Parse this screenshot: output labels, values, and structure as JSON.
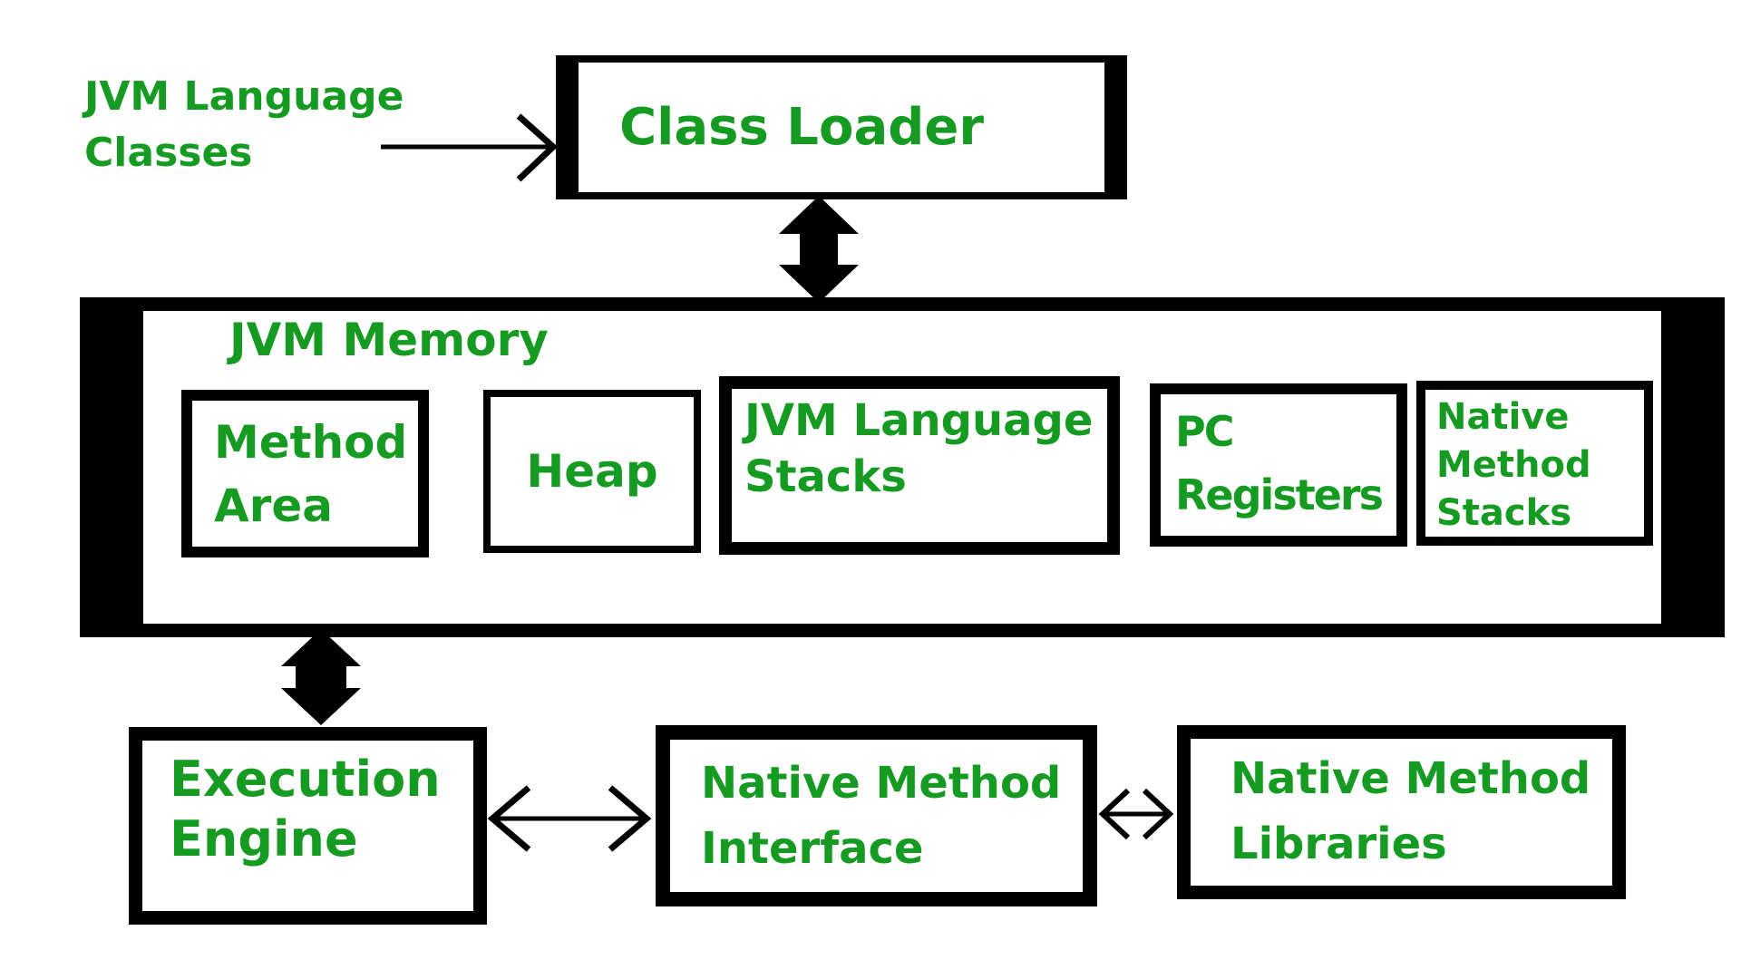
{
  "diagram": {
    "background": "#ffffff",
    "text_color": "#169b22",
    "border_color": "#000000",
    "external_label": "JVM Language Classes",
    "top": {
      "class_loader": "Class Loader"
    },
    "memory": {
      "title": "JVM Memory",
      "components": [
        "Method Area",
        "Heap",
        "JVM Language Stacks",
        "PC Registers",
        "Native Method Stacks"
      ]
    },
    "bottom": {
      "execution_engine": "Execution Engine",
      "native_method_interface": "Native Method Interface",
      "native_method_libraries": "Native Method Libraries"
    },
    "connections": [
      "JVM Language Classes -> Class Loader",
      "Class Loader <-> JVM Memory",
      "JVM Memory <-> Execution Engine",
      "Execution Engine <-> Native Method Interface",
      "Native Method Interface <-> Native Method Libraries"
    ]
  }
}
